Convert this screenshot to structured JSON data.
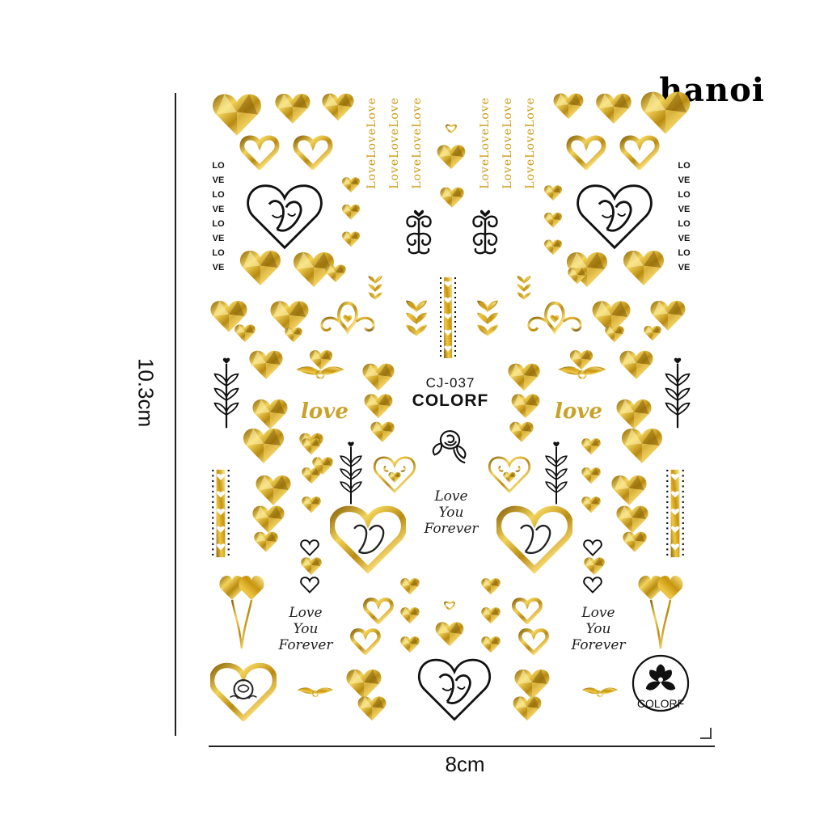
{
  "watermark": {
    "text": "hanoi"
  },
  "dimensions": {
    "height_label": "10.3cm",
    "width_label": "8cm"
  },
  "product": {
    "code": "CJ-037",
    "brand": "COLORF"
  },
  "texts": {
    "love_col_items": [
      "LO",
      "VE",
      "LO",
      "VE",
      "LO",
      "VE",
      "LO",
      "VE"
    ],
    "vertical_love": "LoveLoveLove",
    "love_script": "love",
    "love_you_forever": [
      "Love",
      "You",
      "Forever"
    ],
    "badge_brand": "COLORF"
  },
  "colors": {
    "gold": "#d4a017",
    "gold_light": "#f3d35a",
    "gold_dark": "#8a6408",
    "ink": "#111111"
  }
}
